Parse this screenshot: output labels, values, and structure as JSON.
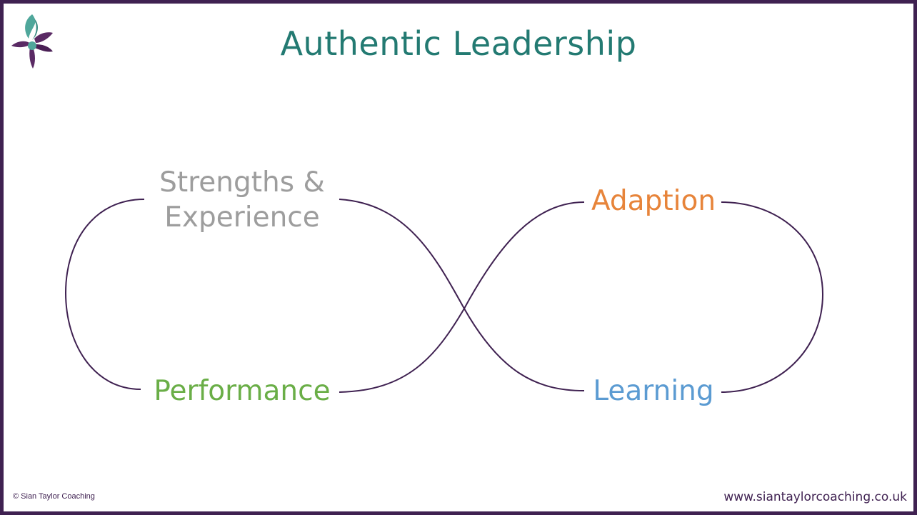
{
  "slide": {
    "title": "Authentic Leadership",
    "copyright": "© Sian Taylor Coaching",
    "website": "www.siantaylorcoaching.co.uk"
  },
  "diagram": {
    "shape": "infinity-loop",
    "nodes": {
      "strengths": "Strengths &\nExperience",
      "adaption": "Adaption",
      "performance": "Performance",
      "learning": "Learning"
    }
  },
  "colors": {
    "border": "#3f2151",
    "title": "#237a72",
    "loop": "#3f2151",
    "strengths": "#9d9d9d",
    "adaption": "#e7843a",
    "performance": "#6aae47",
    "learning": "#5b9bd2",
    "logo_teal": "#4fa79b",
    "logo_purple": "#5a2a64"
  },
  "icons": {
    "logo": "flower-logo-icon"
  }
}
